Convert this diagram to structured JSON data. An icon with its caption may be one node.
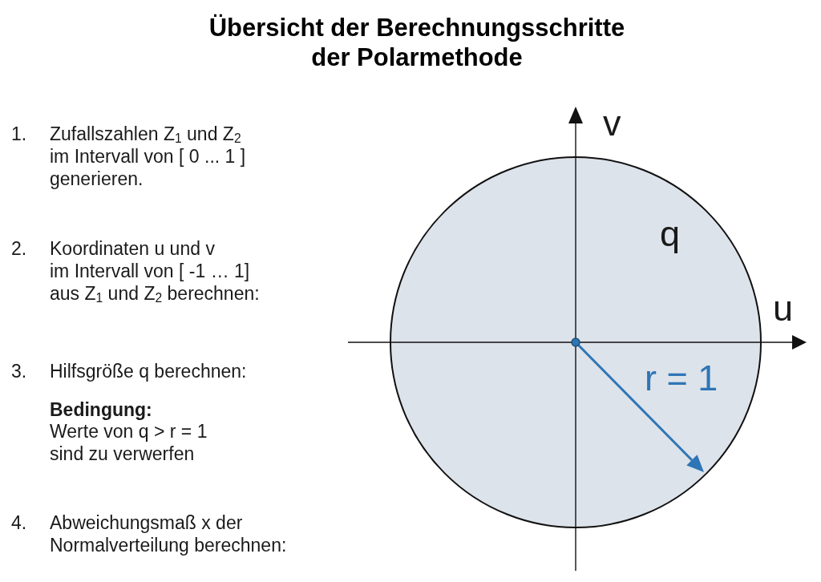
{
  "diagram": {
    "title": "Übersicht der Berechnungsschritte der Polarmethode",
    "nodes": [
      {
        "text": [
          "q",
          "r = 1"
        ]
      }
    ],
    "labels": [
      "1.",
      "Zufallszahlen Z$_{1}$ und Z$_{2}$ im Intervall von [ 0 ... 1 ] generieren.",
      "2.",
      "Koordinaten u und v im Intervall von [ -1 … 1] aus Z$_{1}$ und Z$_{2}$ berechnen:",
      "3.",
      "Hilfsgröße q berechnen:",
      "Bedingung:",
      "Werte von q > r = 1 sind zu verwerfen",
      "4.",
      "Abweichungsmaß x der Normalverteilung berechnen:",
      "v",
      "u"
    ]
  }
}
